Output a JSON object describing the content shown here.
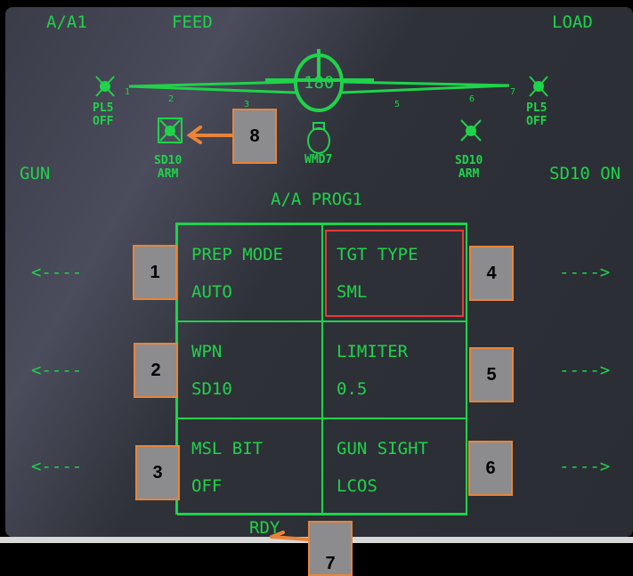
{
  "header": {
    "mode": "A/A1",
    "feed": "FEED",
    "load": "LOAD",
    "gun": "GUN",
    "sd10_on": "SD10 ON",
    "program": "A/A PROG1",
    "status": "RDY"
  },
  "aircraft": {
    "center_value": "180",
    "stations": [
      "1",
      "2",
      "3",
      "5",
      "6",
      "7"
    ]
  },
  "stores": [
    {
      "id": "left-pl5",
      "line1": "PL5",
      "line2": "OFF"
    },
    {
      "id": "right-pl5",
      "line1": "PL5",
      "line2": "OFF"
    },
    {
      "id": "left-sd10",
      "line1": "SD10",
      "line2": "ARM"
    },
    {
      "id": "right-sd10",
      "line1": "SD10",
      "line2": "ARM"
    },
    {
      "id": "center",
      "line1": "WMD7"
    }
  ],
  "cells": [
    {
      "title": "PREP MODE",
      "value": "AUTO"
    },
    {
      "title": "TGT TYPE",
      "value": "SML"
    },
    {
      "title": "WPN",
      "value": "SD10"
    },
    {
      "title": "LIMITER",
      "value": "0.5"
    },
    {
      "title": "MSL BIT",
      "value": "OFF"
    },
    {
      "title": "GUN SIGHT",
      "value": "LCOS"
    }
  ],
  "arrows": {
    "left": "<----",
    "right": "---->"
  },
  "badges": [
    "1",
    "2",
    "3",
    "4",
    "5",
    "6",
    "7",
    "8"
  ],
  "colors": {
    "symbology": "#1fd34a",
    "highlight": "#e53b3b",
    "annotation": "#e8843a"
  }
}
